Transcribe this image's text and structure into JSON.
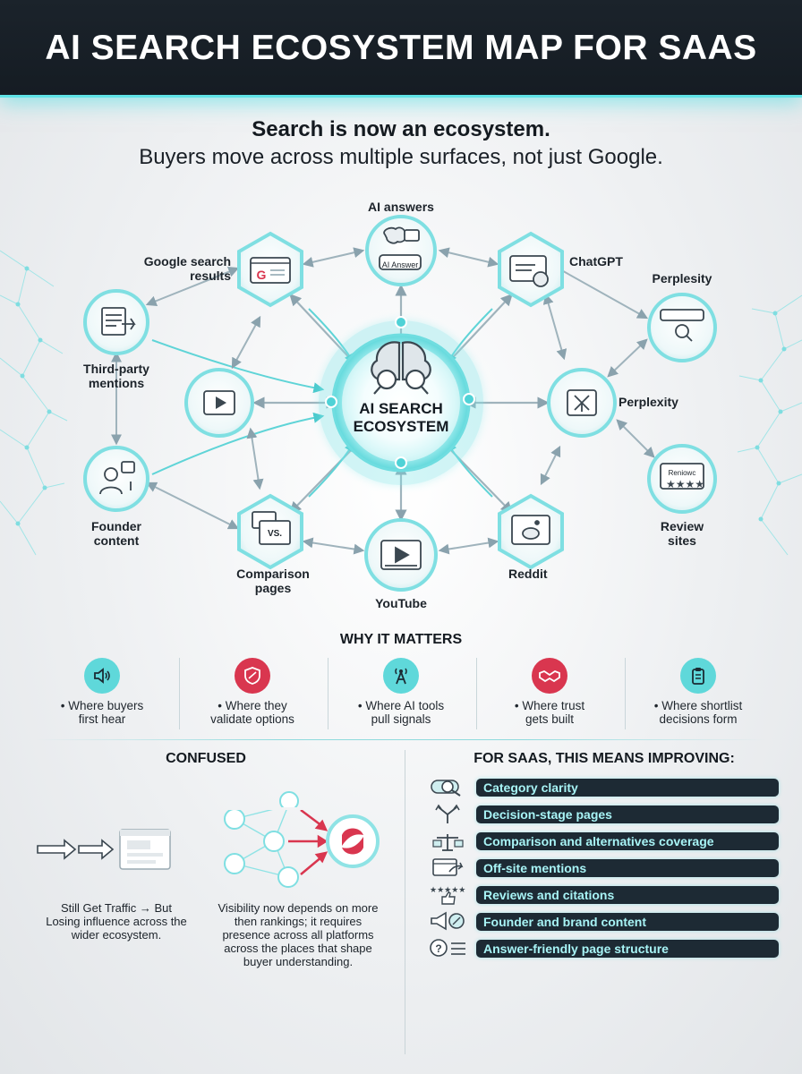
{
  "header": {
    "title": "AI SEARCH ECOSYSTEM MAP FOR SAAS"
  },
  "intro": {
    "title": "Search is now an ecosystem.",
    "subtitle": "Buyers move across multiple surfaces, not just Google."
  },
  "hub": {
    "line1": "AI SEARCH",
    "line2": "ECOSYSTEM"
  },
  "nodes": {
    "ai_answers": {
      "label": "AI answers",
      "badge": "AI Answer"
    },
    "google": {
      "line1": "Google search",
      "line2": "results"
    },
    "chatgpt": {
      "label": "ChatGPT"
    },
    "perplesity": {
      "label": "Perplesity"
    },
    "third_party": {
      "line1": "Third-party",
      "line2": "mentions"
    },
    "perplexity": {
      "label": "Perplexity"
    },
    "founder": {
      "line1": "Founder",
      "line2": "content"
    },
    "review": {
      "line1": "Review",
      "line2": "sites",
      "badge": "Reniowc"
    },
    "comparison": {
      "line1": "Comparison",
      "line2": "pages",
      "badge": "VS."
    },
    "youtube": {
      "label": "YouTube"
    },
    "reddit": {
      "label": "Reddit"
    }
  },
  "why": {
    "title": "WHY IT MATTERS",
    "items": [
      {
        "line1": "• Where buyers",
        "line2": "first hear",
        "color": "#5fd8da",
        "icon": "speaker-icon"
      },
      {
        "line1": "• Where they",
        "line2": "validate options",
        "color": "#d9364f",
        "icon": "shield-icon"
      },
      {
        "line1": "• Where AI tools",
        "line2": "pull signals",
        "color": "#5fd8da",
        "icon": "antenna-icon"
      },
      {
        "line1": "• Where trust",
        "line2": "gets built",
        "color": "#d9364f",
        "icon": "handshake-icon"
      },
      {
        "line1": "• Where shortlist",
        "line2": "decisions form",
        "color": "#5fd8da",
        "icon": "clipboard-icon"
      }
    ]
  },
  "confused": {
    "title": "CONFUSED",
    "left_text": [
      "Still Get Traffic → But",
      "Losing influence across the",
      "wider ecosystem."
    ],
    "right_text": [
      "Visibility now depends on more",
      "then rankings; it requires",
      "presence across all platforms",
      "across the places that shape",
      "buyer understanding."
    ]
  },
  "improving": {
    "title": "FOR SAAS, THIS MEANS IMPROVING:",
    "items": [
      {
        "label": "Category clarity",
        "icon": "magnifier-icon"
      },
      {
        "label": "Decision-stage pages",
        "icon": "fork-arrows-icon"
      },
      {
        "label": "Comparison and alternatives coverage",
        "icon": "balance-scale-icon"
      },
      {
        "label": "Off-site mentions",
        "icon": "share-browser-icon"
      },
      {
        "label": "Reviews and citations",
        "icon": "stars-thumb-icon"
      },
      {
        "label": "Founder and brand content",
        "icon": "megaphone-icon"
      },
      {
        "label": "Answer-friendly page structure",
        "icon": "question-list-icon"
      }
    ]
  },
  "colors": {
    "accent": "#5fe3e6",
    "dark": "#1d2a34",
    "alert": "#d9364f"
  }
}
